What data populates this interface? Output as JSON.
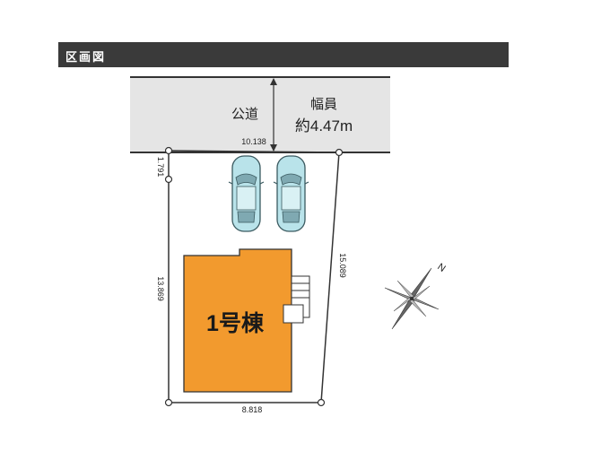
{
  "header": {
    "title": "区画図"
  },
  "road": {
    "label": "公道",
    "width_title": "幅員",
    "width_value": "約4.47m"
  },
  "dimensions": {
    "top": "10.138",
    "left_upper": "1.791",
    "left_lower": "13.869",
    "right": "15.089",
    "bottom": "8.818"
  },
  "building": {
    "label": "1号棟"
  },
  "compass": {
    "north_label": "N"
  },
  "colors": {
    "road": "#e5e5e5",
    "building": "#f29a2e",
    "car": "#b9e3ea",
    "header": "#3a3a3a"
  }
}
